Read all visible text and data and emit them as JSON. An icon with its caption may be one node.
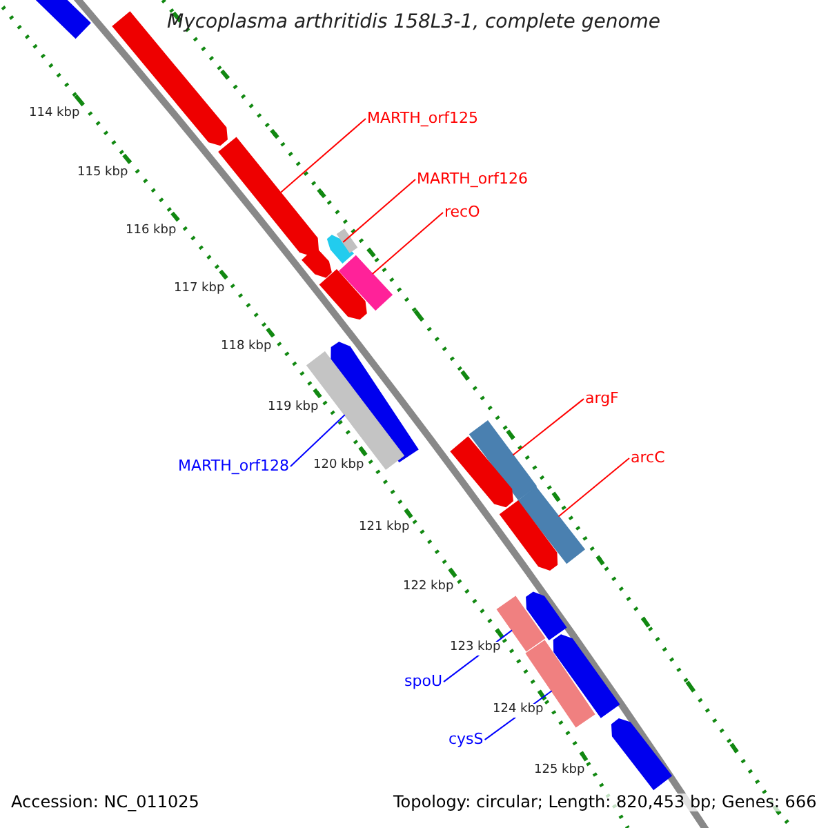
{
  "diagram": {
    "title": "Mycoplasma arthritidis 158L3-1, complete genome",
    "nodes": [
      {
        "text": [
          "MARTH_orf125"
        ]
      },
      {
        "text": [
          "MARTH_orf126"
        ]
      },
      {
        "text": [
          "recO"
        ]
      },
      {
        "text": [
          "argF"
        ]
      },
      {
        "text": [
          "arcC"
        ]
      },
      {
        "text": [
          "MARTH_orf128"
        ]
      },
      {
        "text": [
          "spoU"
        ]
      },
      {
        "text": [
          "cysS"
        ]
      },
      {
        "text": [],
        "shape": "arrow"
      },
      {
        "text": [],
        "shape": "arrow"
      },
      {
        "text": [],
        "shape": "arrow"
      },
      {
        "text": [],
        "shape": "arrow"
      },
      {
        "text": [],
        "shape": "bar"
      },
      {
        "text": [],
        "shape": "arrow"
      },
      {
        "text": [],
        "shape": "bar"
      },
      {
        "text": [],
        "shape": "arrow"
      },
      {
        "text": [],
        "shape": "arrow"
      },
      {
        "text": [],
        "shape": "bar"
      },
      {
        "text": [],
        "shape": "bar"
      },
      {
        "text": [],
        "shape": "arrow"
      },
      {
        "text": [],
        "shape": "bar"
      },
      {
        "text": [],
        "shape": "arrow"
      },
      {
        "text": [],
        "shape": "arrow"
      },
      {
        "text": [],
        "shape": "bar"
      },
      {
        "text": [],
        "shape": "arrow"
      },
      {
        "text": [],
        "shape": "bar"
      },
      {
        "text": [],
        "shape": "arrow"
      }
    ],
    "edges": [
      {
        "from": 0,
        "to": 10,
        "arrow": "none"
      },
      {
        "from": 1,
        "to": 11,
        "arrow": "none"
      },
      {
        "from": 2,
        "to": 14,
        "arrow": "none"
      },
      {
        "from": 3,
        "to": 18,
        "arrow": "none"
      },
      {
        "from": 4,
        "to": 20,
        "arrow": "none"
      },
      {
        "from": 5,
        "to": 17,
        "arrow": "none",
        "color": "#0000ff"
      },
      {
        "from": 6,
        "to": 23,
        "arrow": "none",
        "color": "#0000ff"
      },
      {
        "from": 7,
        "to": 25,
        "arrow": "none",
        "color": "#0000ff"
      }
    ],
    "labels": [
      "114 kbp",
      "115 kbp",
      "116 kbp",
      "117 kbp",
      "118 kbp",
      "119 kbp",
      "120 kbp",
      "121 kbp",
      "122 kbp",
      "123 kbp",
      "124 kbp",
      "125 kbp",
      "Accession: NC_011025",
      "Topology: circular; Length: 820,453 bp; Genes: 666"
    ]
  }
}
